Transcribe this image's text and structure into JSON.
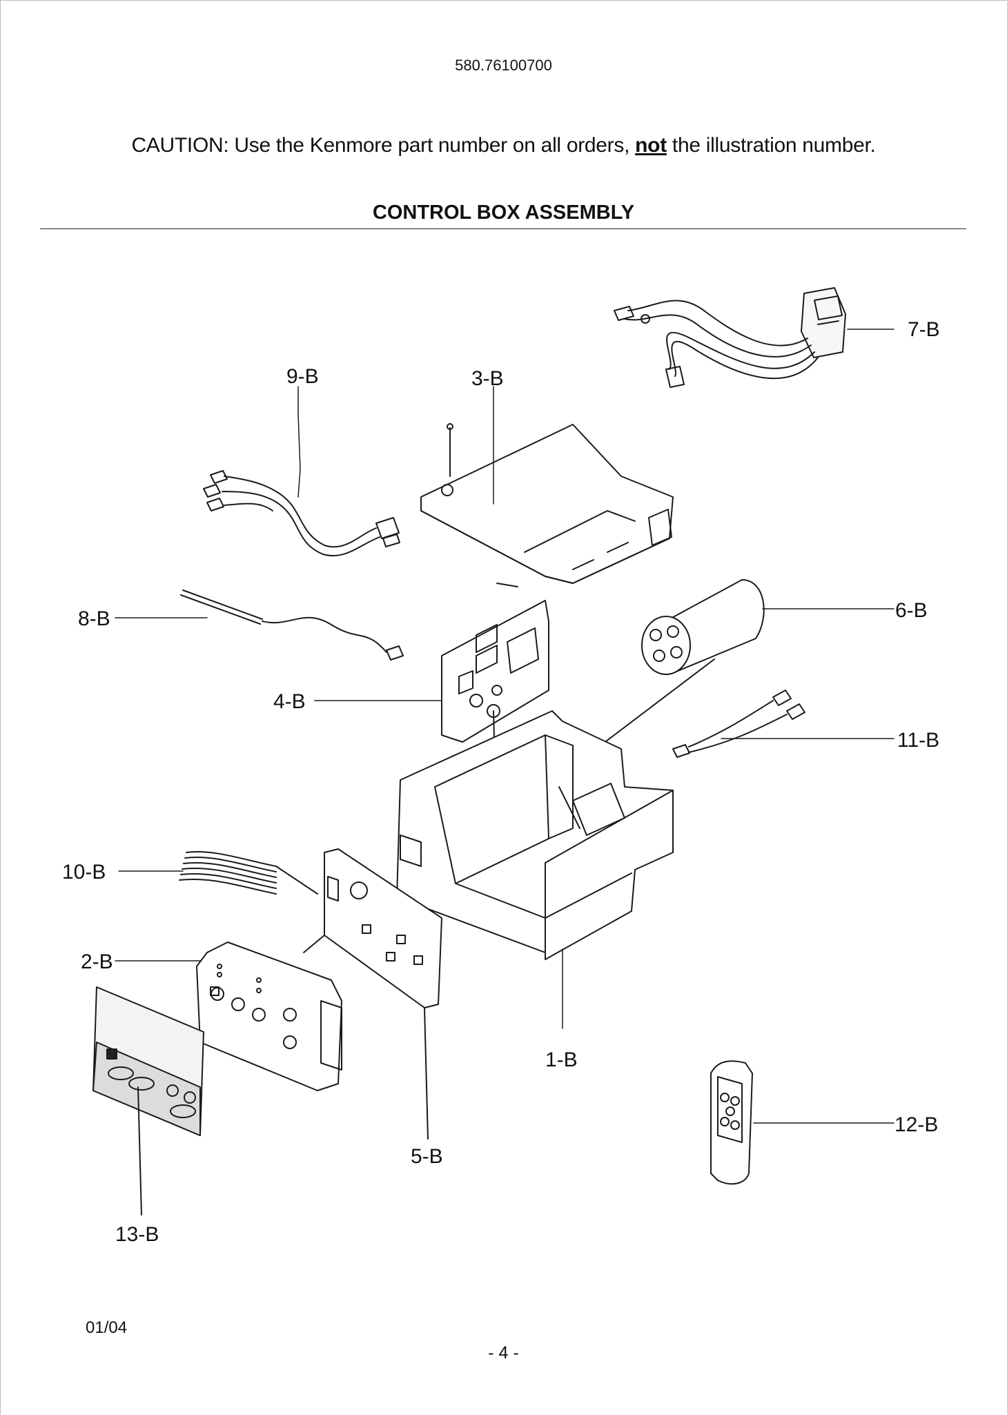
{
  "header": {
    "model_number": "580.76100700",
    "caution_prefix": "CAUTION: Use the Kenmore part number on all orders, ",
    "caution_emphasis": "not",
    "caution_suffix": " the illustration number.",
    "section_title": "CONTROL BOX ASSEMBLY"
  },
  "parts": [
    {
      "id": "7-B",
      "label": "7-B"
    },
    {
      "id": "9-B",
      "label": "9-B"
    },
    {
      "id": "3-B",
      "label": "3-B"
    },
    {
      "id": "8-B",
      "label": "8-B"
    },
    {
      "id": "6-B",
      "label": "6-B"
    },
    {
      "id": "4-B",
      "label": "4-B"
    },
    {
      "id": "11-B",
      "label": "11-B"
    },
    {
      "id": "10-B",
      "label": "10-B"
    },
    {
      "id": "2-B",
      "label": "2-B"
    },
    {
      "id": "1-B",
      "label": "1-B"
    },
    {
      "id": "12-B",
      "label": "12-B"
    },
    {
      "id": "5-B",
      "label": "5-B"
    },
    {
      "id": "13-B",
      "label": "13-B"
    }
  ],
  "footer": {
    "date": "01/04",
    "page_number": "- 4 -"
  }
}
